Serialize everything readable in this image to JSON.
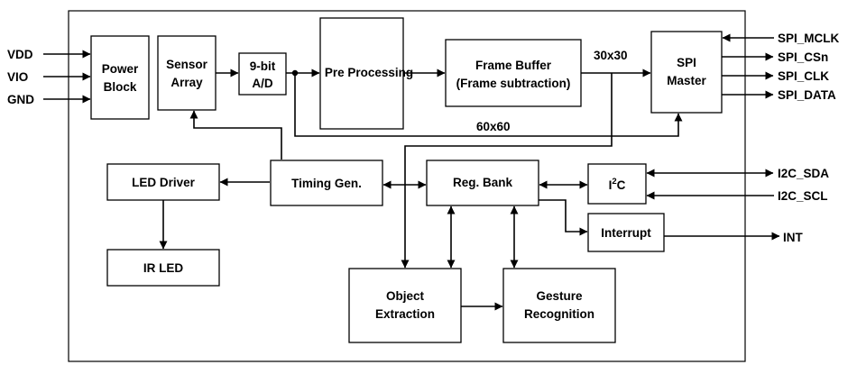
{
  "blocks": {
    "power_block": [
      "Power",
      "Block"
    ],
    "sensor_array": [
      "Sensor",
      "Array"
    ],
    "adc": [
      "9-bit",
      "A/D"
    ],
    "pre_processing": "Pre Processing",
    "frame_buffer": [
      "Frame Buffer",
      "(Frame subtraction)"
    ],
    "spi_master": [
      "SPI",
      "Master"
    ],
    "led_driver": "LED Driver",
    "ir_led": "IR LED",
    "timing_gen": "Timing Gen.",
    "reg_bank": "Reg. Bank",
    "i2c": {
      "prefix": "I",
      "sup": "2",
      "suffix": "C"
    },
    "interrupt": "Interrupt",
    "object_extraction": [
      "Object",
      "Extraction"
    ],
    "gesture_recognition": [
      "Gesture",
      "Recognition"
    ]
  },
  "bus_labels": {
    "frame_30": "30x30",
    "frame_60": "60x60"
  },
  "pins": {
    "vdd": "VDD",
    "vio": "VIO",
    "gnd": "GND",
    "spi_mclk": "SPI_MCLK",
    "spi_csn": "SPI_CSn",
    "spi_clk": "SPI_CLK",
    "spi_data": "SPI_DATA",
    "i2c_sda": "I2C_SDA",
    "i2c_scl": "I2C_SCL",
    "int": "INT"
  },
  "colors": {
    "line": "#000000",
    "background": "#ffffff"
  }
}
